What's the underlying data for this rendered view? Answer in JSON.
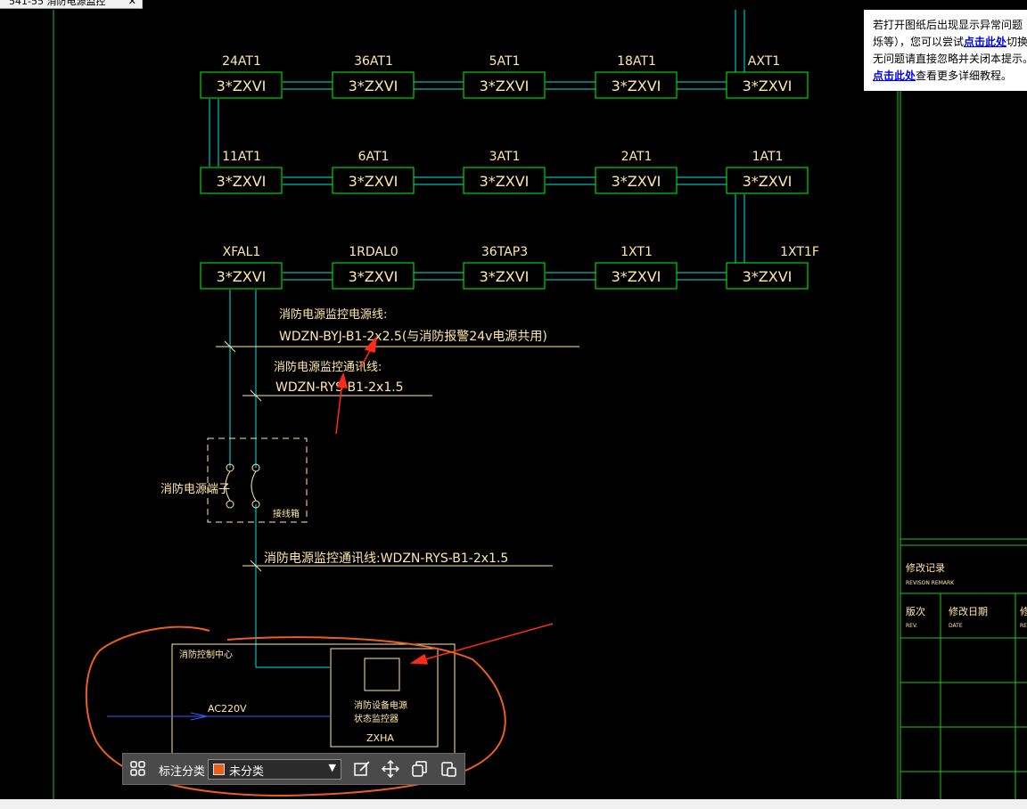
{
  "window": {
    "tab_title": "541-55 消防电源监控",
    "close_glyph": "✕"
  },
  "colors": {
    "background": "#000000",
    "box_stroke": "#00ff00",
    "wire": "#00e5e5",
    "text": "#ffe9a8",
    "annotation_red": "#ff2a1a",
    "annotation_orange": "#e8601c",
    "feed_blue": "#3a5bff",
    "title_green": "#21c721"
  },
  "cad": {
    "modules": [
      {
        "label": "24AT1",
        "code": "3*ZXVI"
      },
      {
        "label": "36AT1",
        "code": "3*ZXVI"
      },
      {
        "label": "5AT1",
        "code": "3*ZXVI"
      },
      {
        "label": "18AT1",
        "code": "3*ZXVI"
      },
      {
        "label": "AXT1",
        "code": "3*ZXVI"
      },
      {
        "label": "11AT1",
        "code": "3*ZXVI"
      },
      {
        "label": "6AT1",
        "code": "3*ZXVI"
      },
      {
        "label": "3AT1",
        "code": "3*ZXVI"
      },
      {
        "label": "2AT1",
        "code": "3*ZXVI"
      },
      {
        "label": "1AT1",
        "code": "3*ZXVI"
      },
      {
        "label": "XFAL1",
        "code": "3*ZXVI"
      },
      {
        "label": "1RDAL0",
        "code": "3*ZXVI"
      },
      {
        "label": "36TAP3",
        "code": "3*ZXVI"
      },
      {
        "label": "1XT1",
        "code": "3*ZXVI"
      },
      {
        "label": "1XT1F",
        "code": "3*ZXVI"
      }
    ],
    "notes": {
      "power_line_title": "消防电源监控电源线:",
      "power_line_spec": "WDZN-BYJ-B1-2x2.5(与消防报警24v电源共用)",
      "comm_line_title": "消防电源监控通讯线:",
      "comm_line_spec": "WDZN-RYS-B1-2x1.5",
      "terminal_label": "消防电源端子",
      "junction_box": "接线箱",
      "comm_line_full": "消防电源监控通讯线:WDZN-RYS-B1-2x1.5",
      "control_center": "消防控制中心",
      "ac_feed": "AC220V",
      "monitor_line1": "消防设备电源",
      "monitor_line2": "状态监控器",
      "monitor_code": "ZXHA"
    },
    "revision_block": {
      "title_cn": "修改记录",
      "title_en": "REVISON REMARK",
      "col1_cn": "版次",
      "col1_en": "REV.",
      "col2_cn": "修改日期",
      "col2_en": "DATE",
      "col3_cn": "修",
      "col3_en": "RE"
    }
  },
  "notice": {
    "line1": "若打开图纸后出现显示异常问题",
    "line2_prefix": "烁等），您可以尝试",
    "line2_link": "点击此处",
    "line2_suffix": "切换",
    "line3": "无问题请直接忽略并关闭本提示。",
    "line4_link": "点击此处",
    "line4_suffix": "查看更多详细教程。"
  },
  "toolbar": {
    "category_label": "标注分类",
    "category_value": "未分类",
    "swatch_color": "#e8601c",
    "icons": [
      "grid-icon",
      "edit-icon",
      "move-icon",
      "copy-icon",
      "paste-icon"
    ]
  }
}
